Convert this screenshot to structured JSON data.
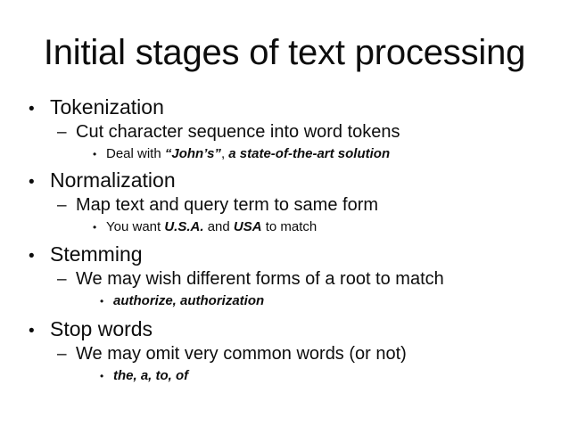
{
  "slide": {
    "title": "Initial stages of text processing",
    "background_color": "#ffffff",
    "text_color": "#0d0d0d",
    "markers": {
      "level1": "•",
      "level2": "–",
      "level3": "•"
    },
    "groups": [
      {
        "heading": "Tokenization",
        "sub": "Cut character sequence into word tokens",
        "example": {
          "parts": [
            {
              "text": "Deal with ",
              "emphasis": false
            },
            {
              "text": "“John’s”",
              "emphasis": true
            },
            {
              "text": ", ",
              "emphasis": false
            },
            {
              "text": "a state-of-the-art solution",
              "emphasis": true
            }
          ]
        }
      },
      {
        "heading": "Normalization",
        "sub": "Map text and query term to same form",
        "example": {
          "parts": [
            {
              "text": "You want ",
              "emphasis": false
            },
            {
              "text": "U.S.A.",
              "emphasis": true
            },
            {
              "text": " and ",
              "emphasis": false
            },
            {
              "text": "USA",
              "emphasis": true
            },
            {
              "text": " to match",
              "emphasis": false
            }
          ]
        }
      },
      {
        "heading": "Stemming",
        "sub": "We may wish different forms of a root to match",
        "example": {
          "parts": [
            {
              "text": "authorize, authorization",
              "emphasis": true
            }
          ]
        }
      },
      {
        "heading": "Stop words",
        "sub": "We may omit very common words (or not)",
        "example": {
          "parts": [
            {
              "text": "the, a, to, of",
              "emphasis": true
            }
          ]
        }
      }
    ]
  }
}
